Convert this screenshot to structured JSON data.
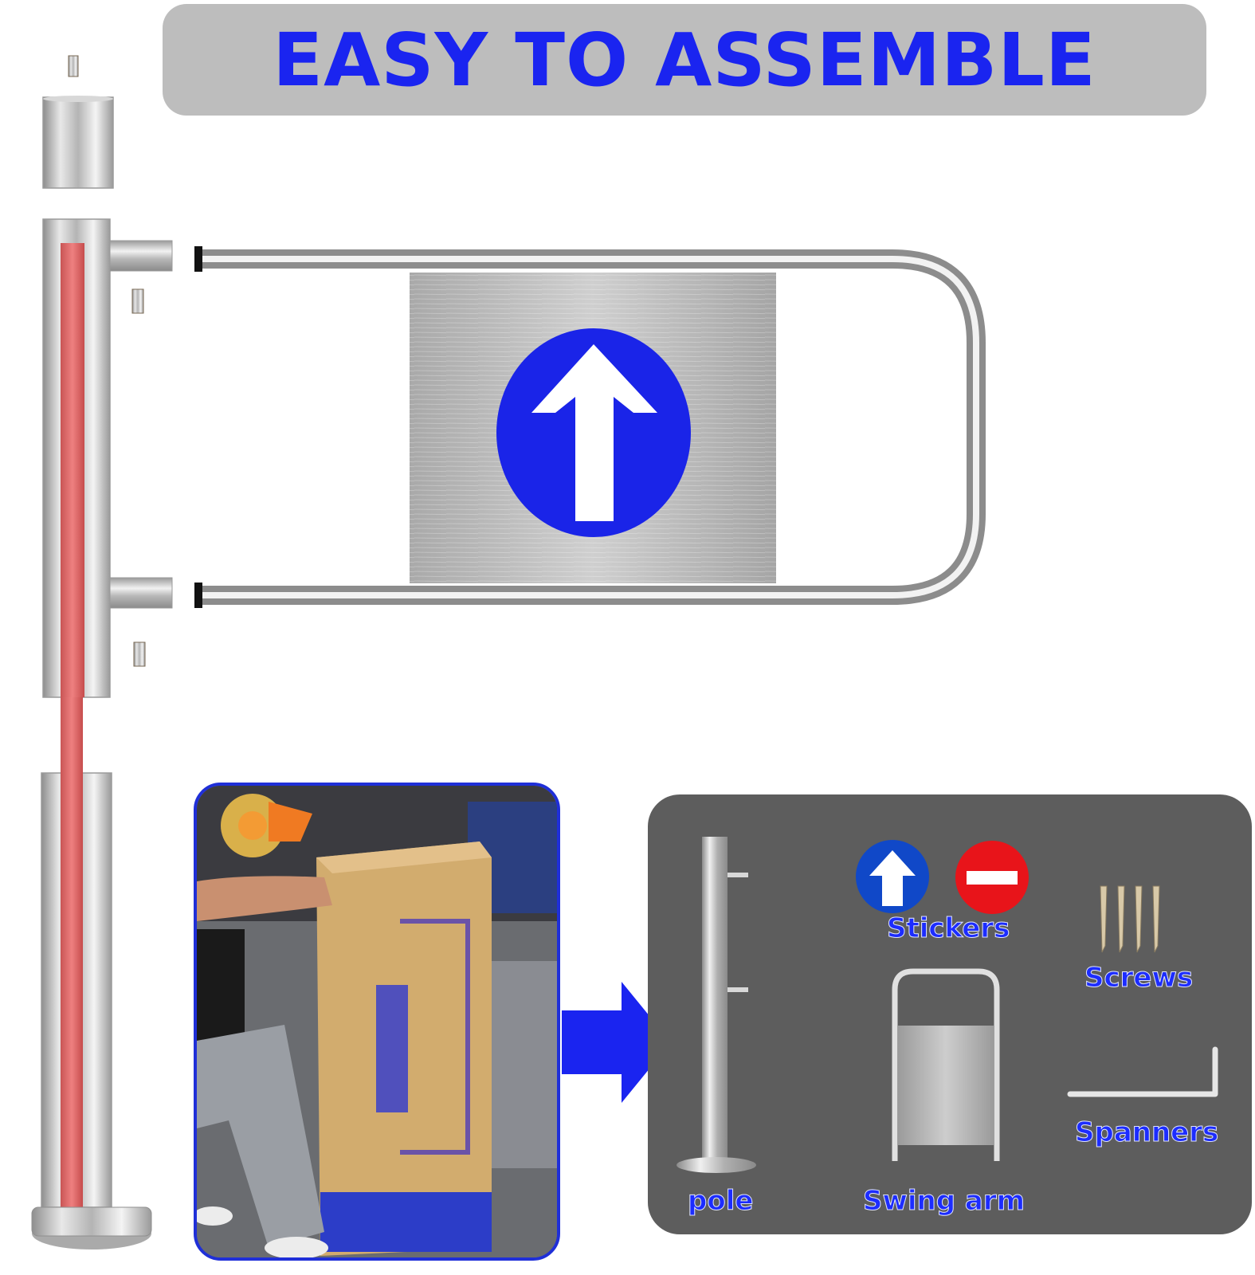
{
  "banner": {
    "title": "EASY TO ASSEMBLE"
  },
  "kit": {
    "stickers_label": "Stickers",
    "screws_label": "Screws",
    "spanners_label": "Spanners",
    "pole_label": "pole",
    "swing_arm_label": "Swing arm"
  },
  "colors": {
    "title_blue": "#1a24f0",
    "sticker_blue": "#1048c8",
    "sticker_red": "#e8141a",
    "banner_grey": "#bdbdbd",
    "panel_grey": "#5d5d5d",
    "frame_blue": "#1f2fd8"
  }
}
